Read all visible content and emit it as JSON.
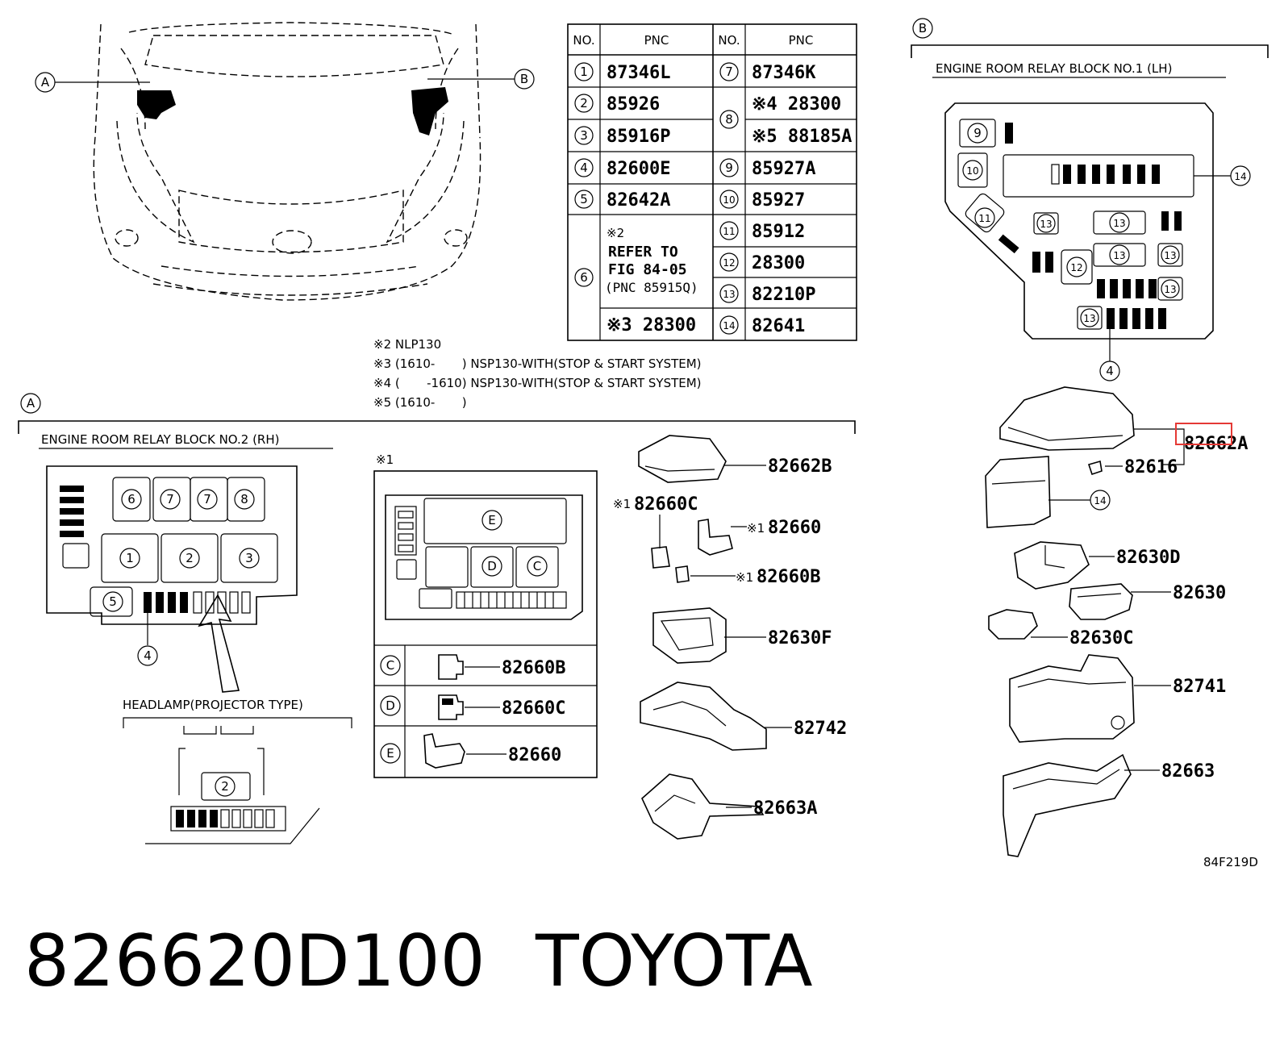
{
  "table": {
    "headers": [
      "NO.",
      "PNC",
      "NO.",
      "PNC"
    ],
    "left_rows": [
      {
        "no": "1",
        "pnc": "87346L"
      },
      {
        "no": "2",
        "pnc": "85926"
      },
      {
        "no": "3",
        "pnc": "85916P"
      },
      {
        "no": "4",
        "pnc": "82600E"
      },
      {
        "no": "5",
        "pnc": "82642A"
      },
      {
        "no": "6",
        "note_mark": "※2",
        "note_line1": "REFER TO",
        "note_line2": "FIG 84-05",
        "note_line3": "(PNC 85915Q)"
      },
      {
        "no": "",
        "pnc": "※3 28300"
      }
    ],
    "right_rows": [
      {
        "no": "7",
        "pnc": "87346K"
      },
      {
        "no": "8",
        "pnc": "※4 28300"
      },
      {
        "no": "",
        "pnc": "※5 88185A"
      },
      {
        "no": "9",
        "pnc": "85927A"
      },
      {
        "no": "10",
        "pnc": "85927"
      },
      {
        "no": "11",
        "pnc": "85912"
      },
      {
        "no": "12",
        "pnc": "28300"
      },
      {
        "no": "13",
        "pnc": "82210P"
      },
      {
        "no": "14",
        "pnc": "82641"
      }
    ]
  },
  "notes": [
    "※2 NLP130",
    "※3 (1610-       ) NSP130-WITH(STOP & START SYSTEM)",
    "※4 (       -1610) NSP130-WITH(STOP & START SYSTEM)",
    "※5 (1610-       )"
  ],
  "sections": {
    "a_marker": "A",
    "b_marker": "B",
    "relay_block_2_title": "ENGINE ROOM RELAY BLOCK NO.2 (RH)",
    "relay_block_1_title": "ENGINE ROOM RELAY BLOCK NO.1 (LH)",
    "headlamp_title": "HEADLAMP(PROJECTOR TYPE)",
    "x1_mark": "※1"
  },
  "rh_block": {
    "slots": [
      "6",
      "7",
      "7",
      "8",
      "1",
      "2",
      "3",
      "5",
      "4"
    ]
  },
  "lh_block": {
    "slots": [
      "9",
      "10",
      "11",
      "12",
      "13",
      "14",
      "4"
    ]
  },
  "inset": {
    "slots": [
      "E",
      "D",
      "C"
    ],
    "rows": [
      {
        "key": "C",
        "part": "82660B"
      },
      {
        "key": "D",
        "part": "82660C"
      },
      {
        "key": "E",
        "part": "82660"
      }
    ]
  },
  "middle_parts": {
    "p1": "82662B",
    "p2_mark": "※1",
    "p2": "82660C",
    "p3": "82660",
    "p4": "82660B",
    "p5": "82630F",
    "p6": "82742",
    "p7": "82663A"
  },
  "right_parts": {
    "p1": "82662A",
    "p2": "82616",
    "p3_circle": "14",
    "p4": "82630D",
    "p5": "82630",
    "p6": "82630C",
    "p7": "82741",
    "p8": "82663"
  },
  "figure_code": "84F219D",
  "footer": {
    "part_number": "826620D100",
    "brand": "TOYOTA"
  }
}
